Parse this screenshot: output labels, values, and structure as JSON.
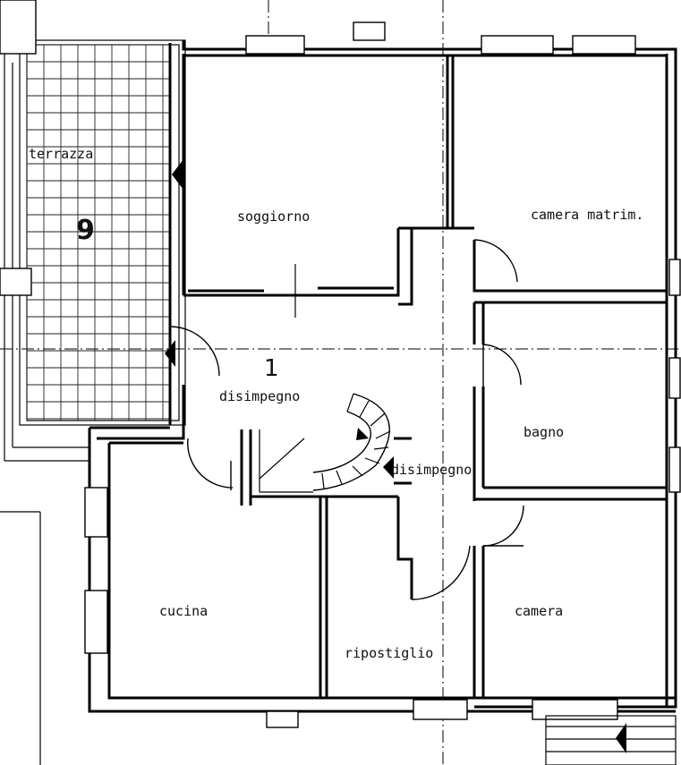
{
  "rooms": {
    "terrazza": "terrazza",
    "terrazza_number": "9",
    "soggiorno": "soggiorno",
    "camera_matrim": "camera matrim.",
    "disimpegno_main": "disimpegno",
    "disimpegno_number": "1",
    "bagno": "bagno",
    "disimpegno_small": "disimpegno",
    "cucina": "cucina",
    "ripostiglio": "ripostiglio",
    "camera": "camera"
  }
}
